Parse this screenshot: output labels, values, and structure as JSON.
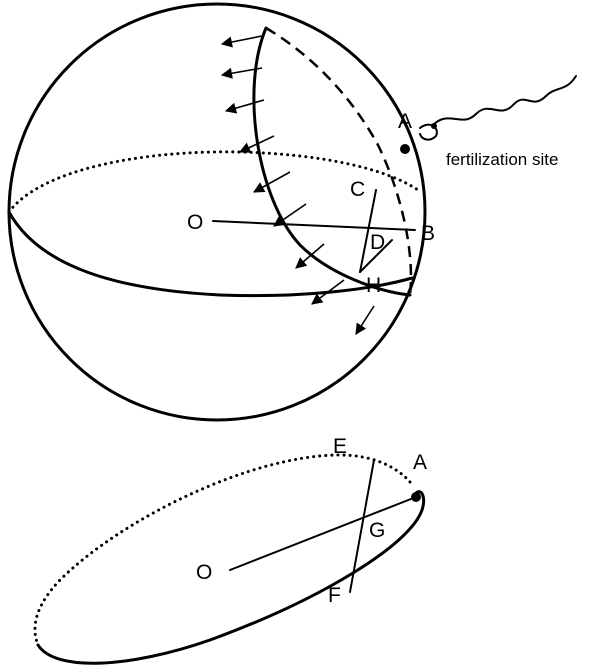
{
  "figure": {
    "top_labels": {
      "A": "A",
      "B": "B",
      "C": "C",
      "D": "D",
      "H": "H",
      "O": "O"
    },
    "annotation": "fertilization site",
    "bottom_labels": {
      "E": "E",
      "A": "A",
      "G": "G",
      "O": "O",
      "F": "F"
    }
  }
}
